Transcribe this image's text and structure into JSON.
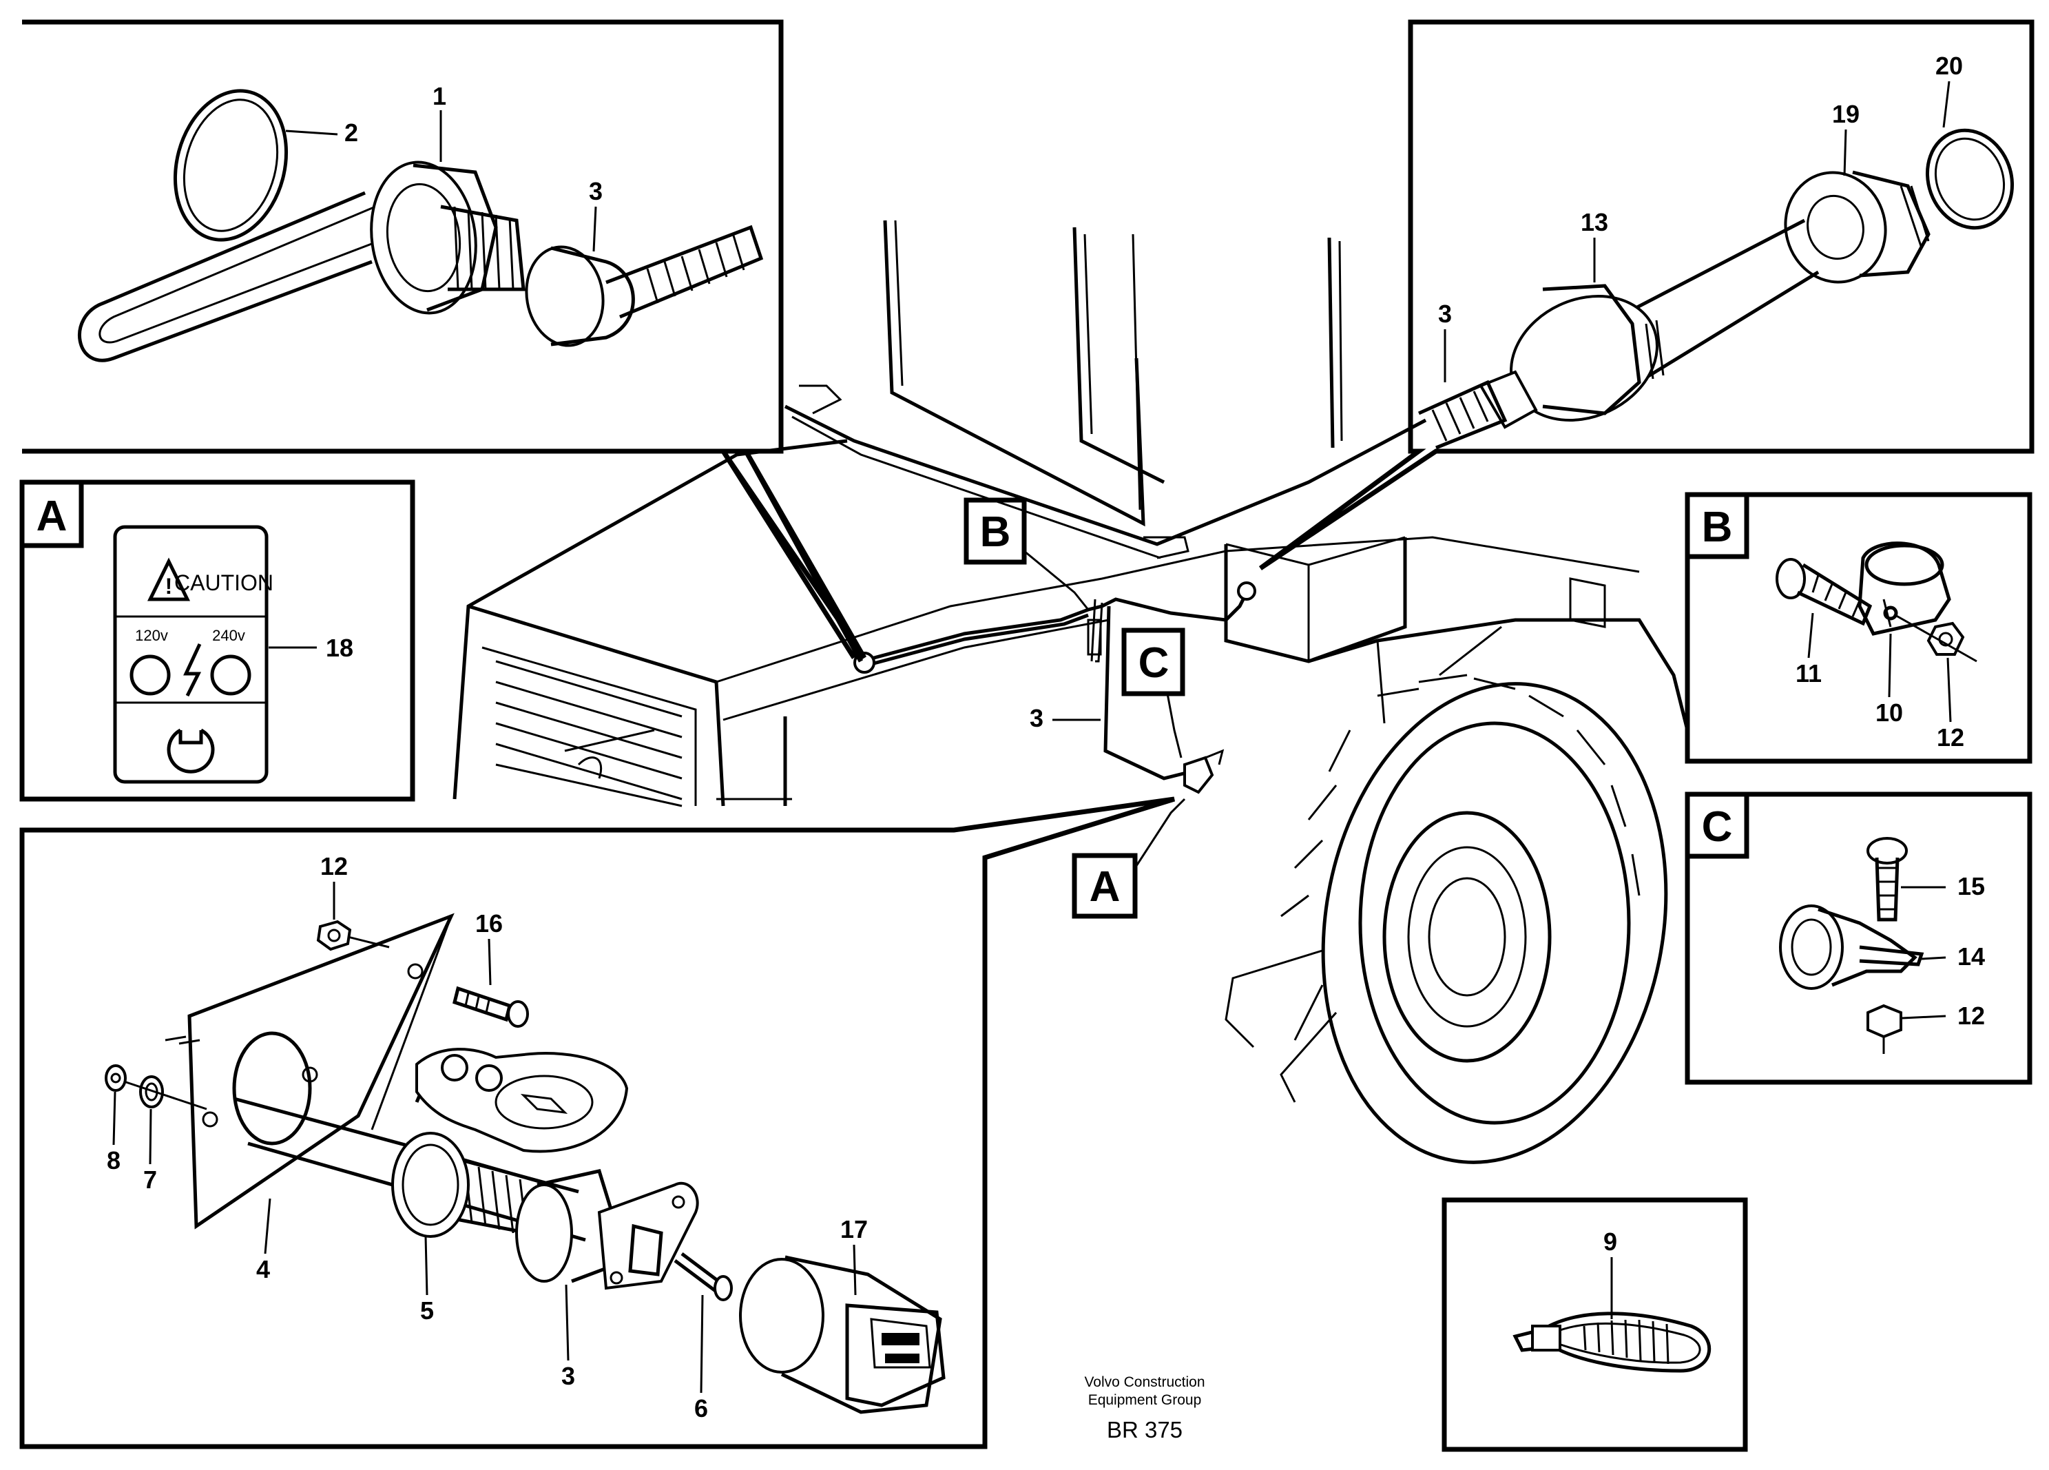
{
  "panels": {
    "top_left": {
      "labels": [
        "1",
        "2",
        "3"
      ]
    },
    "top_right": {
      "labels": [
        "20",
        "19",
        "13",
        "3"
      ]
    },
    "panel_a": {
      "letter": "A",
      "label": "18",
      "caution_sign": {
        "caution_text": "CAUTION",
        "volt_left": "120v",
        "volt_right": "240v"
      }
    },
    "panel_b": {
      "letter": "B",
      "labels": [
        "11",
        "10",
        "12"
      ]
    },
    "panel_c": {
      "letter": "C",
      "labels": [
        "15",
        "14",
        "12"
      ]
    },
    "panel_tie": {
      "label": "9"
    },
    "bottom_left": {
      "labels": [
        "12",
        "16",
        "8",
        "7",
        "4",
        "5",
        "3",
        "6",
        "17"
      ]
    }
  },
  "main_view": {
    "callout_b": "B",
    "callout_c": "C",
    "callout_a": "A",
    "wire_label": "3"
  },
  "footer": {
    "line1": "Volvo Construction",
    "line2": "Equipment Group",
    "code": "BR 375"
  },
  "colors": {
    "line": "#000000",
    "background": "#ffffff"
  }
}
